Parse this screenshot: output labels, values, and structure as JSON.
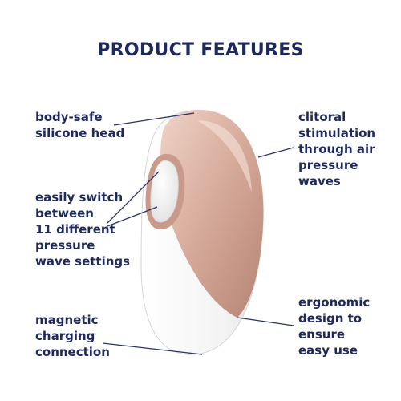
{
  "title": "PRODUCT FEATURES",
  "colors": {
    "title": "#1f2a5c",
    "text": "#1f2a5c",
    "rose_gold_light": "#e7c4b5",
    "rose_gold_dark": "#b9897a",
    "body_white": "#f7f7f7",
    "leader_line": "#2a3366"
  },
  "features": {
    "head": [
      "body-safe",
      "silicone head"
    ],
    "switch": [
      "easily switch",
      "between",
      "11 different",
      "pressure",
      "wave settings"
    ],
    "magnetic": [
      "magnetic",
      "charging",
      "connection"
    ],
    "clitoral": [
      "clitoral",
      "stimulation",
      "through air",
      "pressure",
      "waves"
    ],
    "ergonomic": [
      "ergonomic",
      "design to",
      "ensure",
      "easy use"
    ]
  }
}
